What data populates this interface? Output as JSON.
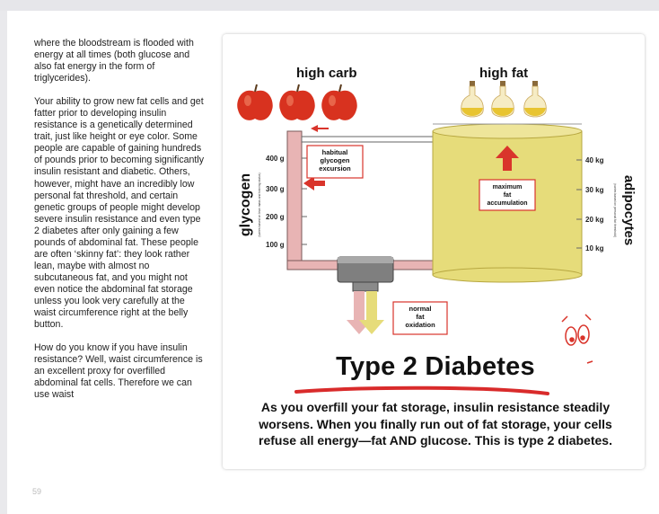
{
  "body_text": {
    "paragraphs": [
      "where the bloodstream is flooded with energy at all times (both glucose and also fat energy in the form of triglycerides).",
      "Your ability to grow new fat cells and get fatter prior to developing insulin resistance is a genetically determined trait, just like height or eye color. Some people are capable of gaining hundreds of pounds prior to becoming significantly insulin resistant and diabetic. Others, however, might have an incredibly low personal fat threshold, and certain genetic groups of people might develop severe insulin resistance and even type 2 diabetes after only gaining a few pounds of abdominal fat. These people are often ‘skinny fat’: they look rather lean, maybe with almost no subcutaneous fat, and you might not even notice the abdominal fat storage unless you look very carefully at the waist circumference right at the belly button.",
      "How do you know if you have insulin resistance? Well, waist circumference is an excellent proxy for overfilled abdominal fat cells. Therefore we can use waist"
    ],
    "page_number": "59"
  },
  "figure": {
    "label_high_carb": "high carb",
    "label_high_fat": "high fat",
    "glycogen_label": "glycogen",
    "glycogen_sublabel": "(varies based on lean mass and training status)",
    "glycogen_ticks": [
      "400 g",
      "300 g",
      "200 g",
      "100 g"
    ],
    "adipocytes_label": "adipocytes",
    "adipocytes_sublabel": "(varies based on personal fat threshold)",
    "fat_ticks": [
      "40 kg",
      "30 kg",
      "20 kg",
      "10 kg"
    ],
    "box_habitual": [
      "habitual",
      "glycogen",
      "excursion"
    ],
    "box_maximum": [
      "maximum",
      "fat",
      "accumulation"
    ],
    "box_normal": [
      "normal",
      "fat",
      "oxidation"
    ],
    "title": "Type 2 Diabetes",
    "caption": "As you overfill your fat storage, insulin resistance steadily worsens. When you finally run out of fat storage, your cells refuse all energy—fat AND glucose. This is type 2 diabetes.",
    "colors": {
      "glycogen_fill": "#e8b4b4",
      "fat_fill": "#e6dc7a",
      "arrow_red": "#d9342b",
      "underline_red": "#d92b2b"
    }
  }
}
